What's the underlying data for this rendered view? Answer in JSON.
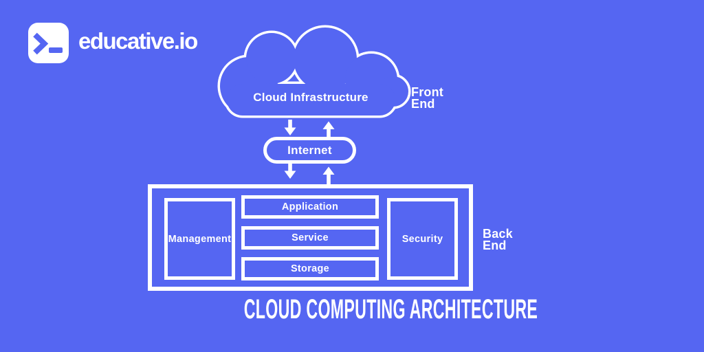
{
  "colors": {
    "background": "#5566F2",
    "line": "#FFFFFF"
  },
  "logo": {
    "brand": "educative.io",
    "icon": "terminal-prompt-icon"
  },
  "diagram": {
    "cloud_label": "Cloud Infrastructure",
    "front_end": [
      "Front",
      "End"
    ],
    "internet_label": "Internet",
    "backend": {
      "management_label": "Management",
      "layers": [
        "Application",
        "Service",
        "Storage"
      ],
      "security_label": "Security",
      "back_end": [
        "Back",
        "End"
      ]
    },
    "title": "CLOUD COMPUTING ARCHITECTURE"
  }
}
